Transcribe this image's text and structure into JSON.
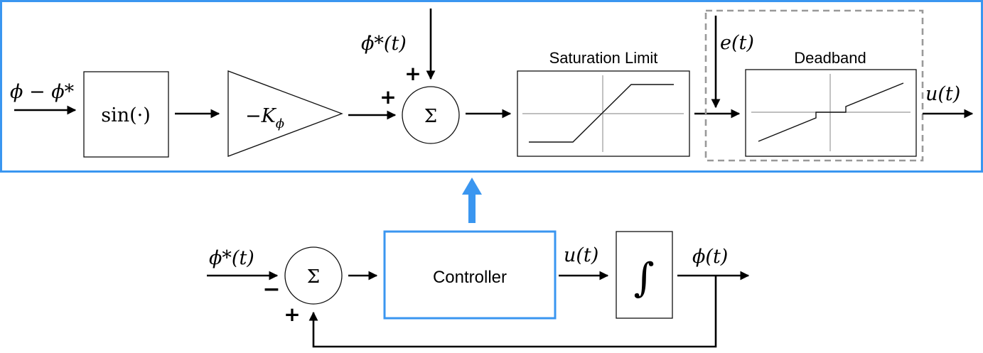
{
  "colors": {
    "frame_blue": "#3a96f0",
    "dashed_gray": "#999999",
    "wire": "#000000"
  },
  "top": {
    "input_label": "ϕ − ϕ*",
    "sin_block": "sin(·)",
    "gain_block": "−K",
    "gain_subscript": "ϕ",
    "sum_symbol": "Σ",
    "sum_sign_left": "+",
    "sum_sign_top": "+",
    "feedforward_label": "ϕ̇*(t)",
    "saturation_title": "Saturation Limit",
    "error_label": "e(t)",
    "deadband_title": "Deadband",
    "output_label": "u(t)"
  },
  "bottom": {
    "reference_label": "ϕ*(t)",
    "sum_symbol": "Σ",
    "sign_minus": "−",
    "sign_plus": "+",
    "controller_label": "Controller",
    "control_label": "u(t)",
    "integrator_symbol": "∫",
    "output_label": "ϕ(t)"
  },
  "icons": {
    "expand_arrow": "arrow-up-icon"
  }
}
